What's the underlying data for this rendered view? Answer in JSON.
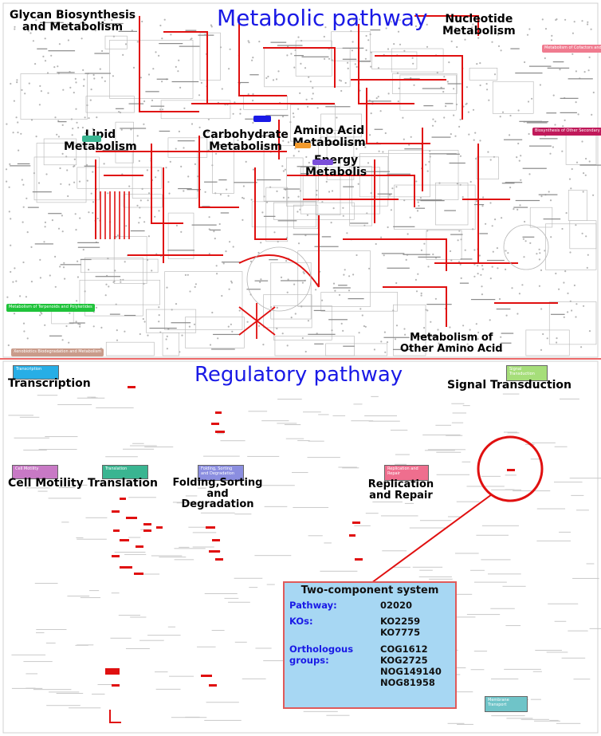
{
  "metabolic": {
    "title": "Metabolic pathway",
    "categories": [
      {
        "id": "glycan",
        "l1": "Glycan Biosynthesis",
        "l2": "and Metabolism"
      },
      {
        "id": "nucleotide",
        "l1": "Nucleotide",
        "l2": "Metabolism"
      },
      {
        "id": "lipid",
        "l1": "Lipid",
        "l2": "Metabolism"
      },
      {
        "id": "carbohydrate",
        "l1": "Carbohydrate",
        "l2": "Metabolism"
      },
      {
        "id": "aminoacid",
        "l1": "Amino Acid",
        "l2": "Metabolism"
      },
      {
        "id": "energy",
        "l1": "Energy",
        "l2": "Metabolis"
      },
      {
        "id": "otheramino",
        "l1": "Metabolism of",
        "l2": "Other Amino Acid"
      }
    ],
    "badges": {
      "cofactors": "Metabolism of Cofactors and Vitamins",
      "secondary": "Biosynthesis of Other Secondary Metabolites",
      "terpenoids": "Metabolism of Terpenoids and Polyketides",
      "xenobiotics": "Xenobiotics Biodegradation and Metabolism"
    }
  },
  "regulatory": {
    "title": "Regulatory pathway",
    "categories": [
      {
        "id": "transcription",
        "label": "Transcription",
        "box": "Transcription",
        "color": "#27aee6"
      },
      {
        "id": "signal",
        "label": "Signal Transduction",
        "box": "Signal Transduction",
        "color": "#a6de7a"
      },
      {
        "id": "motility",
        "label": "Cell Motility",
        "box": "Cell Motility",
        "color": "#c879c5"
      },
      {
        "id": "translation",
        "label": "Translation",
        "box": "Translation",
        "color": "#3ab591"
      },
      {
        "id": "folding",
        "label": "Folding,Sorting and Degradation",
        "box": "Folding, Sorting and Degradation",
        "color": "#8b8ee0"
      },
      {
        "id": "replication",
        "label": "Replication and Repair",
        "box": "Replication and Repair",
        "color": "#ef6e8e"
      },
      {
        "id": "membrane",
        "label": "",
        "box": "Membrane Transport",
        "color": "#6fc4c8"
      }
    ]
  },
  "info_box": {
    "title": "Two-component system",
    "pathway_label": "Pathway:",
    "pathway_value": "02020",
    "kos_label": "KOs:",
    "kos": [
      "KO2259",
      "KO7775"
    ],
    "og_label_1": "Orthologous",
    "og_label_2": "groups:",
    "orthologous_groups": [
      "COG1612",
      "KOG2725",
      "NOG149140",
      "NOG81958"
    ]
  },
  "colors": {
    "title_blue": "#1a1ae6",
    "highlight_red": "#e01010",
    "node_gray": "#b5b5b5",
    "box_fill": "#a7d7f3",
    "box_border": "#e05a5a"
  }
}
